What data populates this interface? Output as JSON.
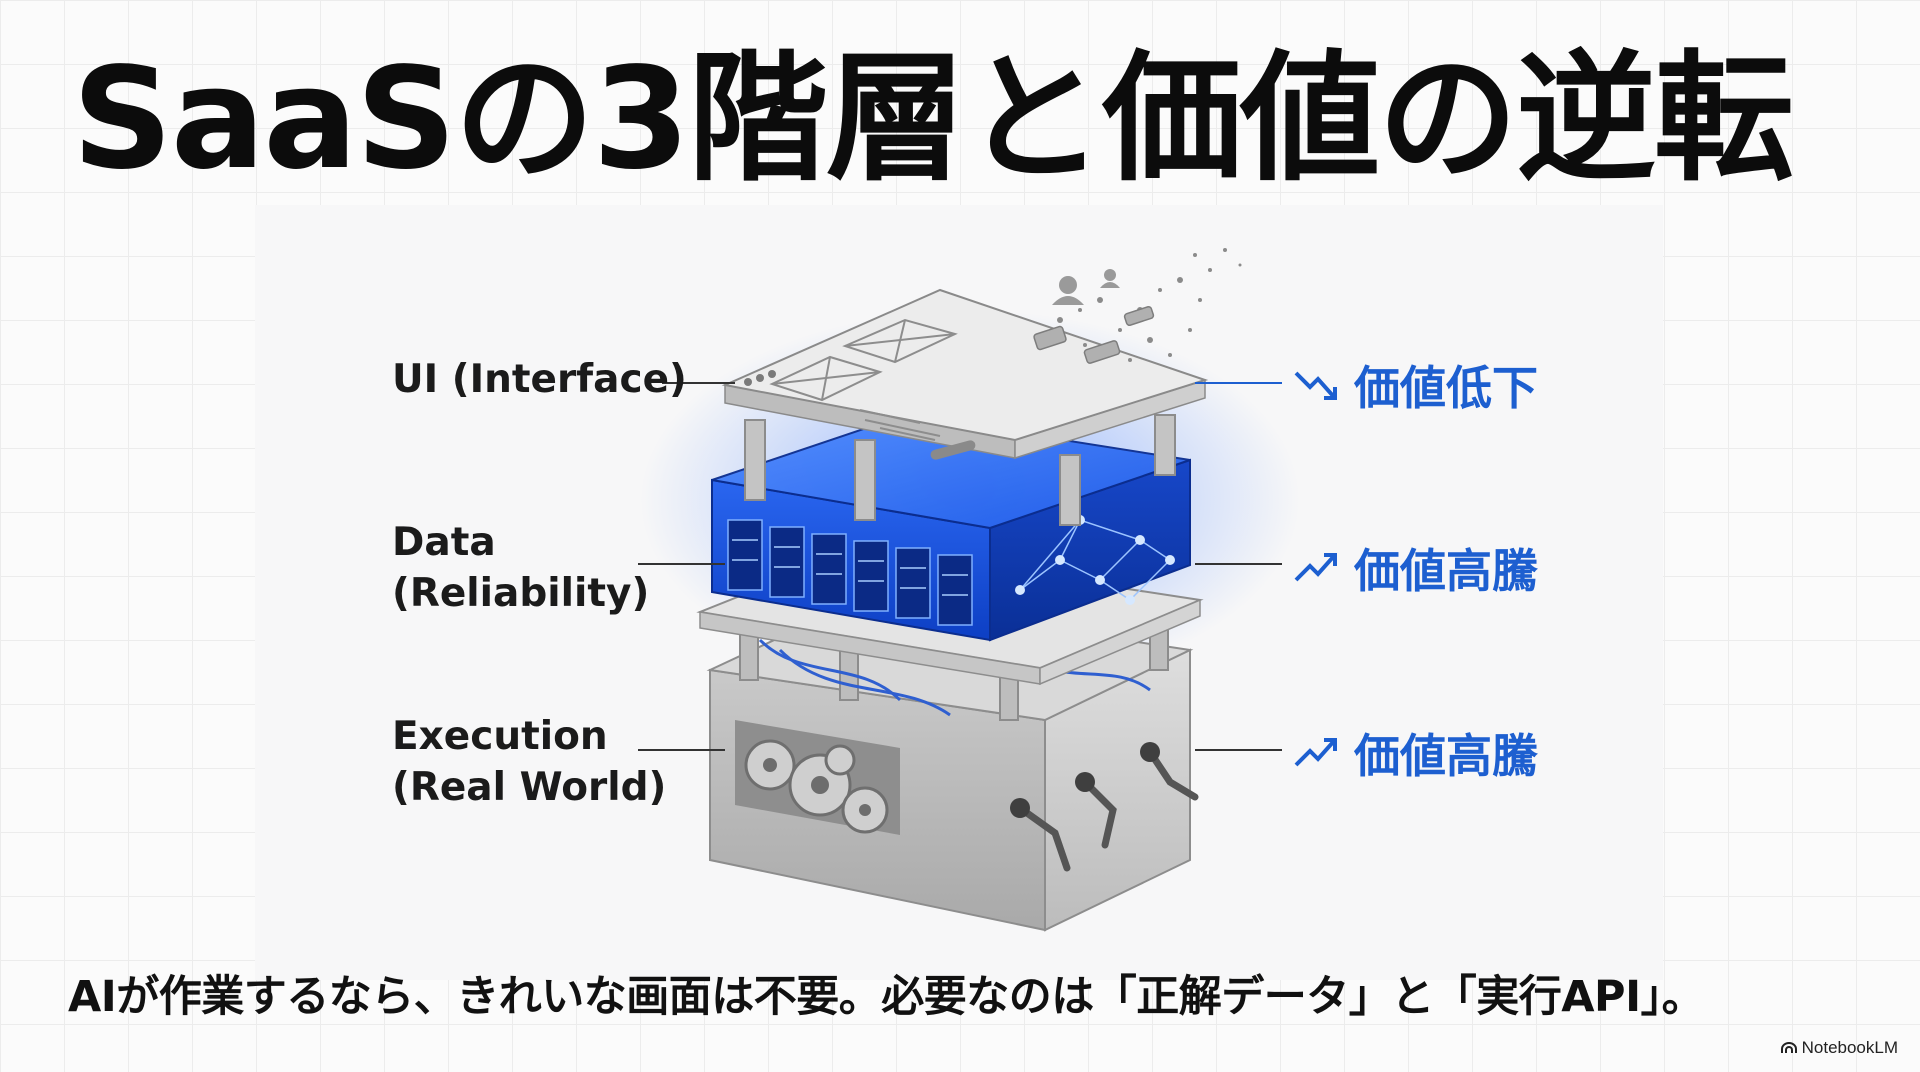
{
  "title": "SaaSの3階層と価値の逆転",
  "layers": [
    {
      "name": "UI (Interface)",
      "sub": "",
      "trend": "down",
      "value_label": "価値低下",
      "icon": "trend-down-icon"
    },
    {
      "name": "Data",
      "sub": "(Reliability)",
      "trend": "up",
      "value_label": "価値高騰",
      "icon": "trend-up-icon"
    },
    {
      "name": "Execution",
      "sub": "(Real World)",
      "trend": "up",
      "value_label": "価値高騰",
      "icon": "trend-up-icon"
    }
  ],
  "caption": "AIが作業するなら、きれいな画面は不要。必要なのは「正解データ」と「実行API」。",
  "brand": "NotebookLM",
  "colors": {
    "accent": "#1d5fd0",
    "data_layer": "#1a57e8",
    "concrete": "#b7b7b7"
  }
}
